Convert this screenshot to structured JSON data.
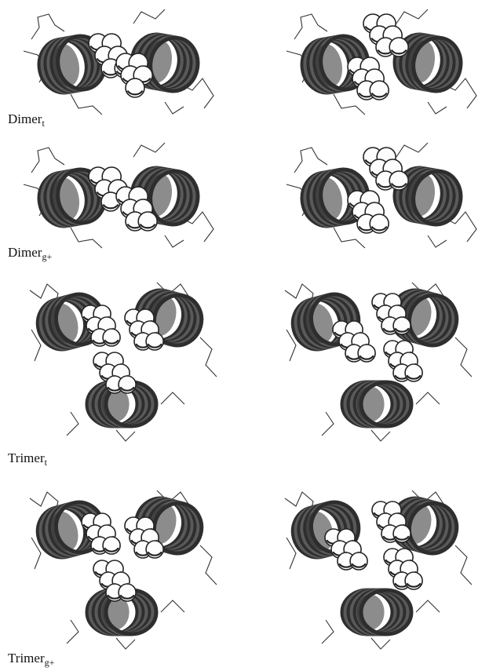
{
  "figure": {
    "rows": [
      {
        "id": "dimer-t",
        "base": "Dimer",
        "sub": "t",
        "kind": "dimer",
        "variant": "a"
      },
      {
        "id": "dimer-gp",
        "base": "Dimer",
        "sub": "g+",
        "kind": "dimer",
        "variant": "b"
      },
      {
        "id": "trimer-t",
        "base": "Trimer",
        "sub": "t",
        "kind": "trimer",
        "variant": "a"
      },
      {
        "id": "trimer-gp",
        "base": "Trimer",
        "sub": "g+",
        "kind": "trimer",
        "variant": "b"
      }
    ],
    "colors": {
      "helix": "#5a5a5a",
      "helix_dark": "#2e2e2e",
      "sphere_edge": "#222222",
      "trace": "#333333"
    }
  }
}
